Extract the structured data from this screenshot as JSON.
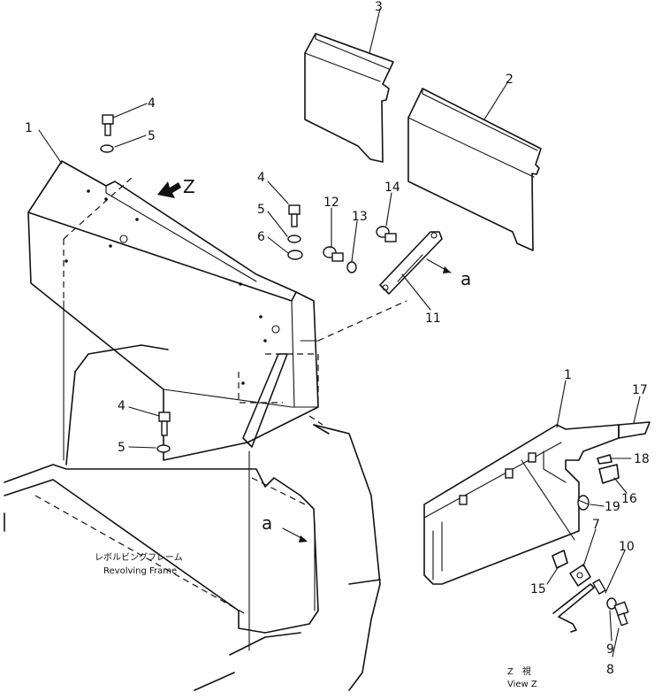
{
  "part_numbers": {
    "p1": "1",
    "p1b": "1",
    "p2": "2",
    "p3": "3",
    "p4a": "4",
    "p4b": "4",
    "p4c": "4",
    "p5a": "5",
    "p5b": "5",
    "p5c": "5",
    "p6": "6",
    "p7": "7",
    "p8": "8",
    "p9": "9",
    "p10": "10",
    "p11": "11",
    "p12": "12",
    "p13": "13",
    "p14": "14",
    "p15": "15",
    "p16": "16",
    "p17": "17",
    "p18": "18",
    "p19": "19"
  },
  "labels": {
    "view_arrow": "Z",
    "ref_a1": "a",
    "ref_a2": "a",
    "frame_jp": "レボルビングフレーム",
    "frame_en": "Revolving Frame",
    "view_jp": "Z　視",
    "view_en": "View  Z"
  }
}
